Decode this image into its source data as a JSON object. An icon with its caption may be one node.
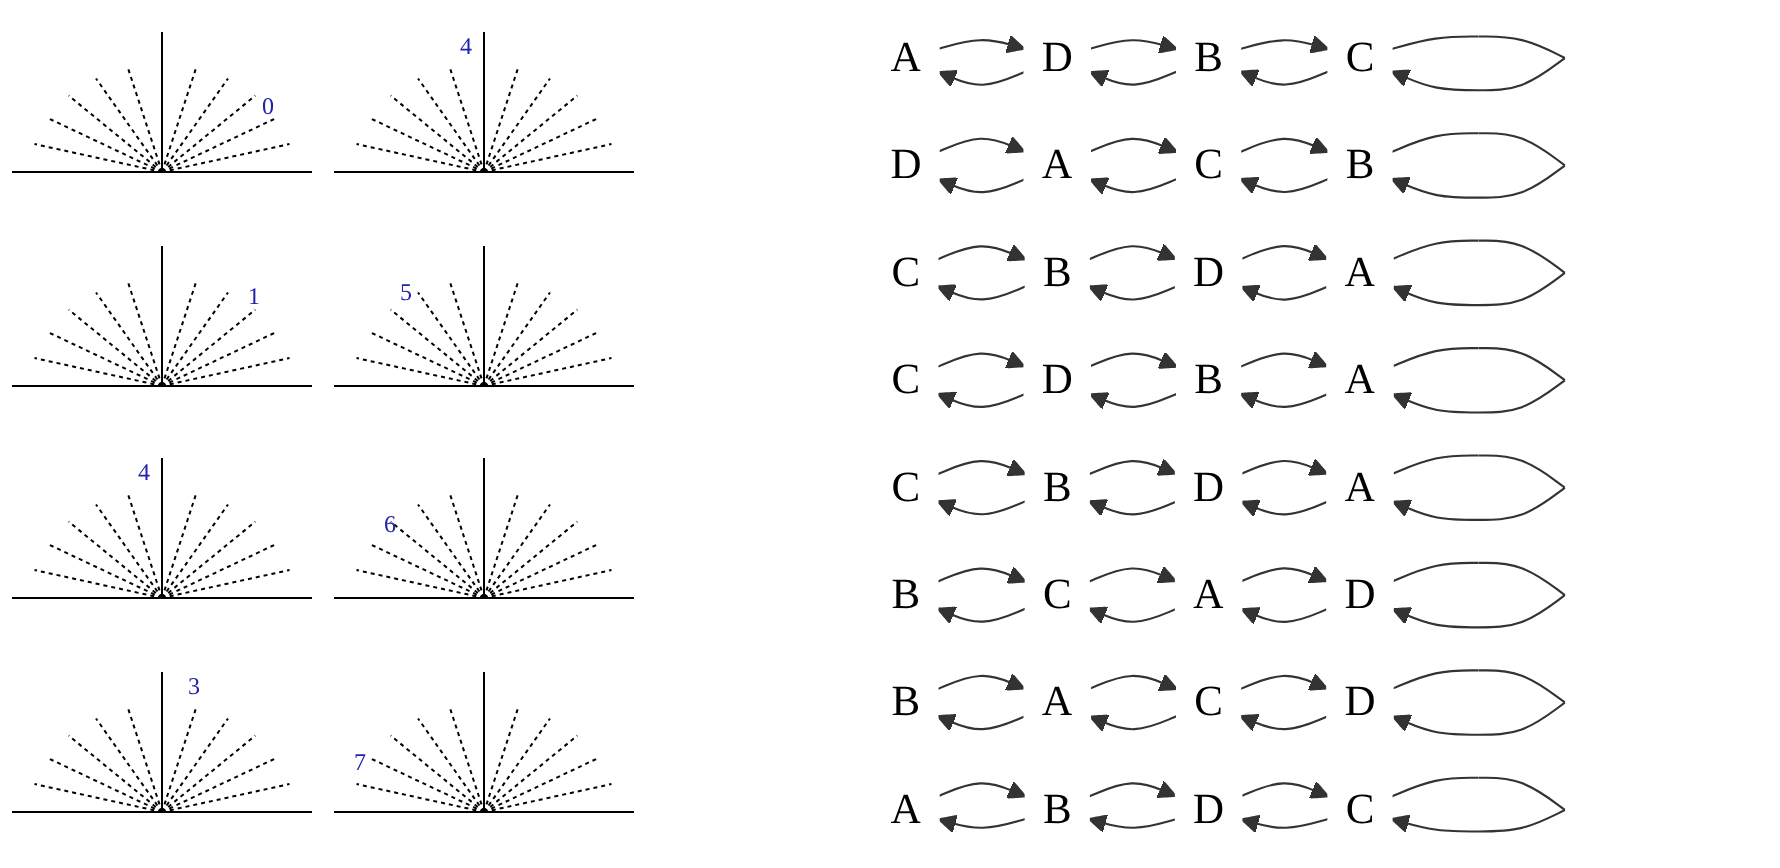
{
  "diagram": {
    "nodes": [
      {
        "text": [
          "A"
        ]
      },
      {
        "text": [
          "D"
        ]
      },
      {
        "text": [
          "B"
        ]
      },
      {
        "text": [
          "C"
        ]
      },
      {
        "text": [
          "D"
        ]
      },
      {
        "text": [
          "A"
        ]
      },
      {
        "text": [
          "C"
        ]
      },
      {
        "text": [
          "B"
        ]
      },
      {
        "text": [
          "C"
        ]
      },
      {
        "text": [
          "B"
        ]
      },
      {
        "text": [
          "D"
        ]
      },
      {
        "text": [
          "A"
        ]
      },
      {
        "text": [
          "C"
        ]
      },
      {
        "text": [
          "D"
        ]
      },
      {
        "text": [
          "B"
        ]
      },
      {
        "text": [
          "A"
        ]
      },
      {
        "text": [
          "C"
        ]
      },
      {
        "text": [
          "B"
        ]
      },
      {
        "text": [
          "D"
        ]
      },
      {
        "text": [
          "A"
        ]
      },
      {
        "text": [
          "B"
        ]
      },
      {
        "text": [
          "C"
        ]
      },
      {
        "text": [
          "A"
        ]
      },
      {
        "text": [
          "D"
        ]
      },
      {
        "text": [
          "B"
        ]
      },
      {
        "text": [
          "A"
        ]
      },
      {
        "text": [
          "C"
        ]
      },
      {
        "text": [
          "D"
        ]
      },
      {
        "text": [
          "A"
        ]
      },
      {
        "text": [
          "B"
        ]
      },
      {
        "text": [
          "D"
        ]
      },
      {
        "text": [
          "C"
        ]
      }
    ],
    "edges": [
      {
        "from": 0,
        "to": 1,
        "arrow": "to"
      },
      {
        "from": 1,
        "to": 2,
        "arrow": "to"
      },
      {
        "from": 2,
        "to": 3,
        "arrow": "to"
      },
      {
        "from": 1,
        "to": 0,
        "arrow": "to"
      },
      {
        "from": 2,
        "to": 1,
        "arrow": "to"
      },
      {
        "from": 3,
        "to": 2,
        "arrow": "to"
      },
      {
        "from": 3,
        "to": 3,
        "arrow": "to"
      },
      {
        "from": 4,
        "to": 5,
        "arrow": "to"
      },
      {
        "from": 5,
        "to": 6,
        "arrow": "to"
      },
      {
        "from": 6,
        "to": 7,
        "arrow": "to"
      },
      {
        "from": 5,
        "to": 4,
        "arrow": "to"
      },
      {
        "from": 6,
        "to": 5,
        "arrow": "to"
      },
      {
        "from": 7,
        "to": 6,
        "arrow": "to"
      },
      {
        "from": 7,
        "to": 7,
        "arrow": "to"
      },
      {
        "from": 8,
        "to": 9,
        "arrow": "to"
      },
      {
        "from": 9,
        "to": 10,
        "arrow": "to"
      },
      {
        "from": 10,
        "to": 11,
        "arrow": "to"
      },
      {
        "from": 9,
        "to": 8,
        "arrow": "to"
      },
      {
        "from": 10,
        "to": 9,
        "arrow": "to"
      },
      {
        "from": 11,
        "to": 10,
        "arrow": "to"
      },
      {
        "from": 11,
        "to": 11,
        "arrow": "to"
      },
      {
        "from": 12,
        "to": 13,
        "arrow": "to"
      },
      {
        "from": 13,
        "to": 14,
        "arrow": "to"
      },
      {
        "from": 14,
        "to": 15,
        "arrow": "to"
      },
      {
        "from": 13,
        "to": 12,
        "arrow": "to"
      },
      {
        "from": 14,
        "to": 13,
        "arrow": "to"
      },
      {
        "from": 15,
        "to": 14,
        "arrow": "to"
      },
      {
        "from": 15,
        "to": 15,
        "arrow": "to"
      },
      {
        "from": 16,
        "to": 17,
        "arrow": "to"
      },
      {
        "from": 17,
        "to": 18,
        "arrow": "to"
      },
      {
        "from": 18,
        "to": 19,
        "arrow": "to"
      },
      {
        "from": 17,
        "to": 16,
        "arrow": "to"
      },
      {
        "from": 18,
        "to": 17,
        "arrow": "to"
      },
      {
        "from": 19,
        "to": 18,
        "arrow": "to"
      },
      {
        "from": 19,
        "to": 19,
        "arrow": "to"
      },
      {
        "from": 20,
        "to": 21,
        "arrow": "to"
      },
      {
        "from": 21,
        "to": 22,
        "arrow": "to"
      },
      {
        "from": 22,
        "to": 23,
        "arrow": "to"
      },
      {
        "from": 21,
        "to": 20,
        "arrow": "to"
      },
      {
        "from": 22,
        "to": 21,
        "arrow": "to"
      },
      {
        "from": 23,
        "to": 22,
        "arrow": "to"
      },
      {
        "from": 23,
        "to": 23,
        "arrow": "to"
      },
      {
        "from": 24,
        "to": 25,
        "arrow": "to"
      },
      {
        "from": 25,
        "to": 26,
        "arrow": "to"
      },
      {
        "from": 26,
        "to": 27,
        "arrow": "to"
      },
      {
        "from": 25,
        "to": 24,
        "arrow": "to"
      },
      {
        "from": 26,
        "to": 25,
        "arrow": "to"
      },
      {
        "from": 27,
        "to": 26,
        "arrow": "to"
      },
      {
        "from": 27,
        "to": 27,
        "arrow": "to"
      },
      {
        "from": 28,
        "to": 29,
        "arrow": "to"
      },
      {
        "from": 29,
        "to": 30,
        "arrow": "to"
      },
      {
        "from": 30,
        "to": 31,
        "arrow": "to"
      },
      {
        "from": 29,
        "to": 28,
        "arrow": "to"
      },
      {
        "from": 30,
        "to": 29,
        "arrow": "to"
      },
      {
        "from": 31,
        "to": 30,
        "arrow": "to"
      },
      {
        "from": 31,
        "to": 31,
        "arrow": "to"
      }
    ],
    "labels": [
      "0",
      "1",
      "4",
      "3",
      "4",
      "5",
      "6",
      "7"
    ]
  }
}
